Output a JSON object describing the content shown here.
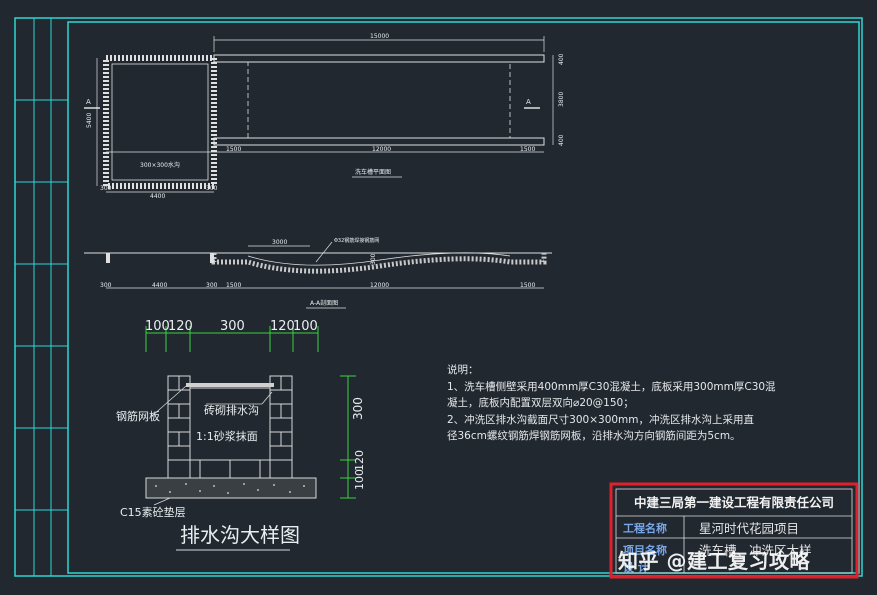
{
  "plan_view": {
    "title": "洗车槽平面图",
    "dims_top": "15000",
    "dims_left_height": "5400",
    "dims_right_side": [
      "400",
      "3800",
      "400"
    ],
    "dims_bottom": [
      "300",
      "4400",
      "300",
      "1500",
      "12000",
      "1500"
    ],
    "pit_label": "300×300水沟",
    "section_marks": [
      "A",
      "A"
    ]
  },
  "section_view": {
    "title": "A-A剖面图",
    "dim_top": "3000",
    "dims_bottom": [
      "300",
      "4400",
      "300",
      "1500",
      "12000",
      "1500"
    ],
    "note": "Φ32钢筋焊接钢筋网",
    "height_dim": "300"
  },
  "drain_detail": {
    "title": "排水沟大样图",
    "dims_top": [
      "100",
      "120",
      "300",
      "120",
      "100"
    ],
    "dims_right": [
      "300",
      "120",
      "100"
    ],
    "labels": {
      "grate": "钢筋网板",
      "channel": "砖砌排水沟",
      "plaster": "1:1砂浆抹面",
      "base": "C15素砼垫层"
    }
  },
  "notes": {
    "heading": "说明：",
    "line1": "1、洗车槽侧壁采用400mm厚C30混凝土，底板采用300mm厚C30混",
    "line2": "凝土，底板内配置双层双向⌀20@150；",
    "line3": "2、冲洗区排水沟截面尺寸300×300mm，冲洗区排水沟上采用直",
    "line4": "径36cm螺纹钢筋焊钢筋网板，沿排水沟方向钢筋间距为5cm。"
  },
  "title_block": {
    "company": "中建三局第一建设工程有限责任公司",
    "project_key": "工程名称",
    "project_value": "星河时代花园项目",
    "item_key": "项目名称",
    "item_value": "洗车槽、冲洗区大样",
    "design_key": "设 计"
  },
  "watermark": "知乎 @建工复习攻略",
  "colors": {
    "background": "#212830",
    "border_cyan": "#2fd6d6",
    "highlight_red": "#e0202a",
    "line_white": "#e6e8ea",
    "dim_green": "#3bd23b",
    "hatch_brick": "#c8c8c8"
  }
}
